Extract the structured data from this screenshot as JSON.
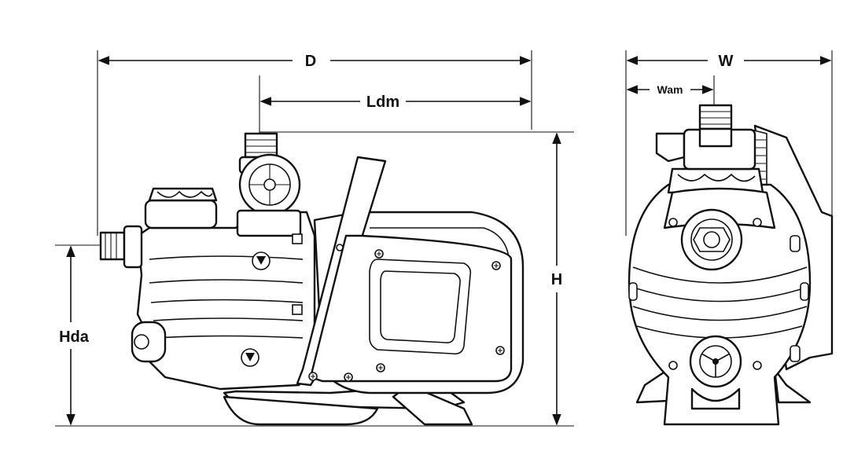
{
  "diagram": {
    "labels": {
      "D": "D",
      "Ldm": "Ldm",
      "H": "H",
      "Hda": "Hda",
      "W": "W",
      "Wam": "Wam"
    }
  }
}
